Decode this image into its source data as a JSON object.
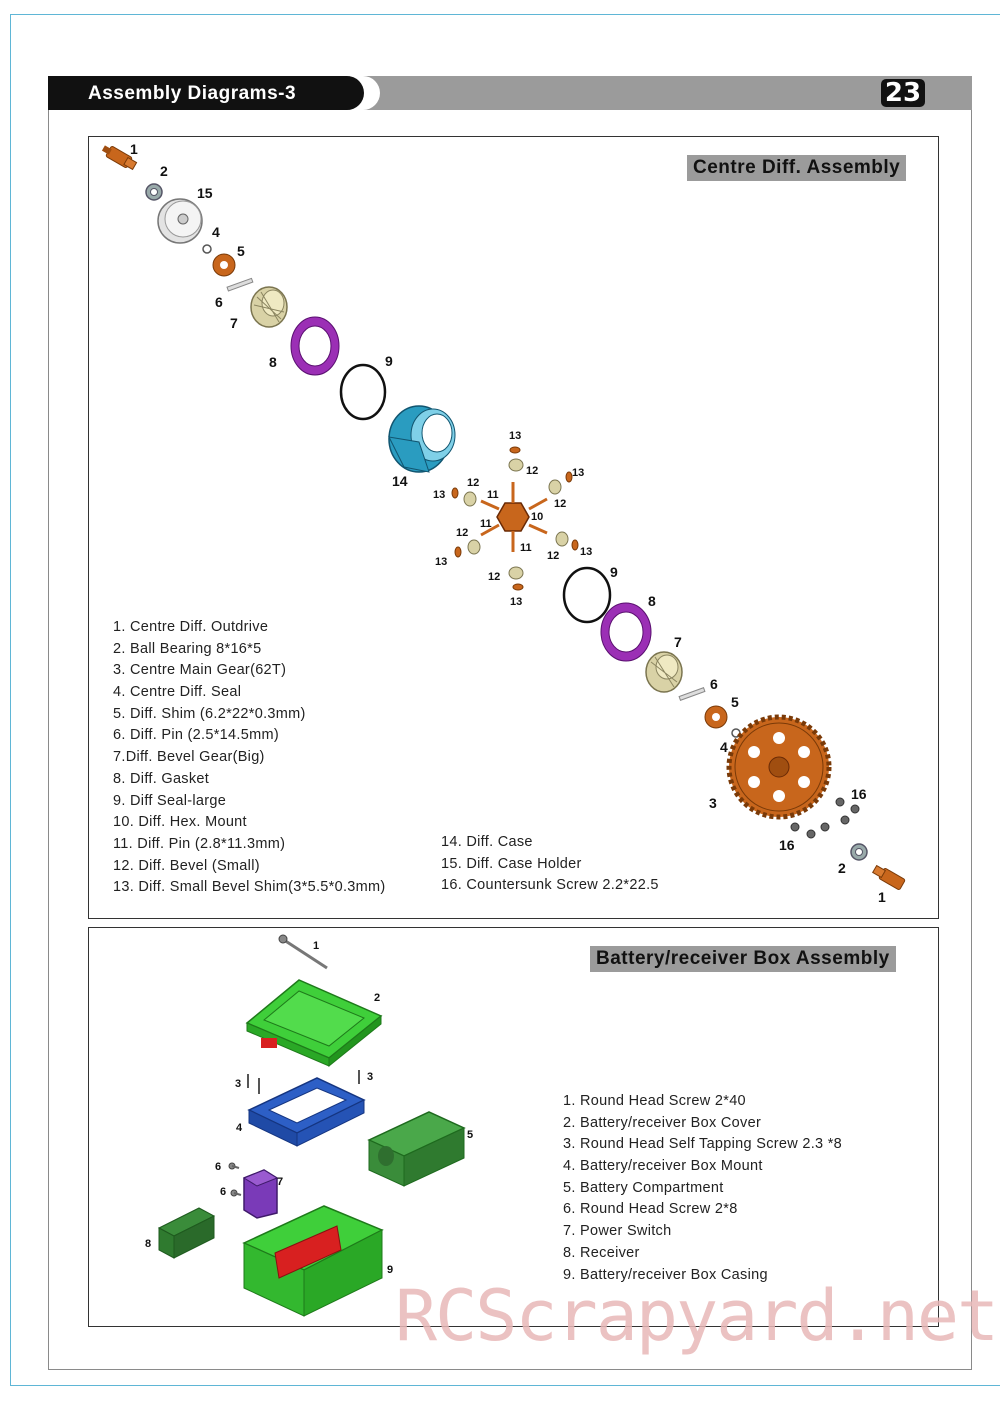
{
  "header": {
    "title": "Assembly Diagrams-3",
    "page_number": "23"
  },
  "centre_diff": {
    "title": "Centre Diff. Assembly",
    "legend_left": [
      "1. Centre Diff. Outdrive",
      "2. Ball Bearing 8*16*5",
      "3. Centre Main Gear(62T)",
      "4. Centre Diff. Seal",
      "5. Diff. Shim (6.2*22*0.3mm)",
      "6. Diff. Pin (2.5*14.5mm)",
      "7.Diff. Bevel Gear(Big)",
      "8. Diff. Gasket",
      "9. Diff Seal-large",
      "10. Diff. Hex. Mount",
      "11. Diff. Pin (2.8*11.3mm)",
      "12. Diff. Bevel (Small)",
      "13. Diff. Small Bevel Shim(3*5.5*0.3mm)"
    ],
    "legend_right": [
      "14. Diff. Case",
      "15. Diff. Case Holder",
      "16. Countersunk Screw 2.2*22.5"
    ],
    "callouts": {
      "n1": "1",
      "n2": "2",
      "n3": "3",
      "n4": "4",
      "n5": "5",
      "n6": "6",
      "n7": "7",
      "n8": "8",
      "n9": "9",
      "n10": "10",
      "n11": "11",
      "n12": "12",
      "n13": "13",
      "n14": "14",
      "n15": "15",
      "n16": "16"
    }
  },
  "battery_box": {
    "title": "Battery/receiver Box Assembly",
    "legend": [
      "1. Round Head Screw 2*40",
      "2. Battery/receiver Box Cover",
      "3. Round Head Self Tapping Screw 2.3 *8",
      "4. Battery/receiver Box Mount",
      "5. Battery Compartment",
      "6. Round Head Screw 2*8",
      "7. Power Switch",
      "8. Receiver",
      "9. Battery/receiver Box Casing"
    ],
    "callouts": {
      "n1": "1",
      "n2": "2",
      "n3": "3",
      "n4": "4",
      "n5": "5",
      "n6": "6",
      "n7": "7",
      "n8": "8",
      "n9": "9"
    }
  },
  "watermark": "RCScrapyard.net",
  "colors": {
    "outdrive": "#c8661c",
    "gear": "#c8661c",
    "gasket": "#9b2fb5",
    "case": "#2a9cc0",
    "cover_green": "#3fcf3a",
    "mount_blue": "#2d5fc6",
    "switch_purple": "#7a3ab8",
    "rubber_red": "#d82020"
  }
}
